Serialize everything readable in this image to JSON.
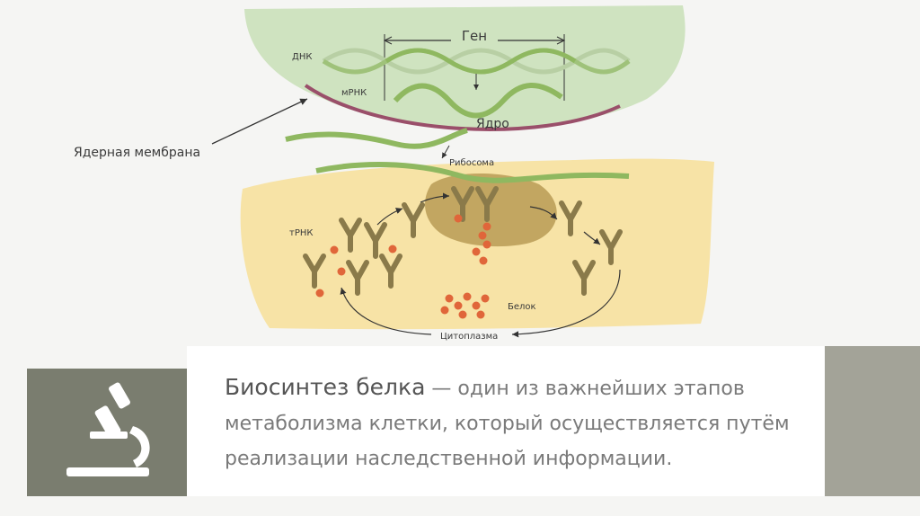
{
  "diagram": {
    "labels": {
      "gene": "Ген",
      "dna": "ДНК",
      "mrna": "мРНК",
      "nucleus": "Ядро",
      "nuclear_membrane": "Ядерная мембрана",
      "ribosome": "Рибосома",
      "trna": "тРНК",
      "protein": "Белок",
      "cytoplasm": "Цитоплазма"
    },
    "colors": {
      "nucleus_fill": "#cfe3c0",
      "membrane": "#9a4f6a",
      "cytoplasm_fill": "#f7e3a6",
      "ribosome_fill": "#b89b55",
      "helix": "#8fb860",
      "trna": "#8a7a4a",
      "amino_acid": "#e0663a"
    }
  },
  "caption": {
    "term": "Биосинтез белка",
    "text": " — один из важнейших этапов метаболизма клетки, который осуществляется путём реализации наследственной информации."
  },
  "icons": {
    "microscope": "microscope-icon"
  }
}
